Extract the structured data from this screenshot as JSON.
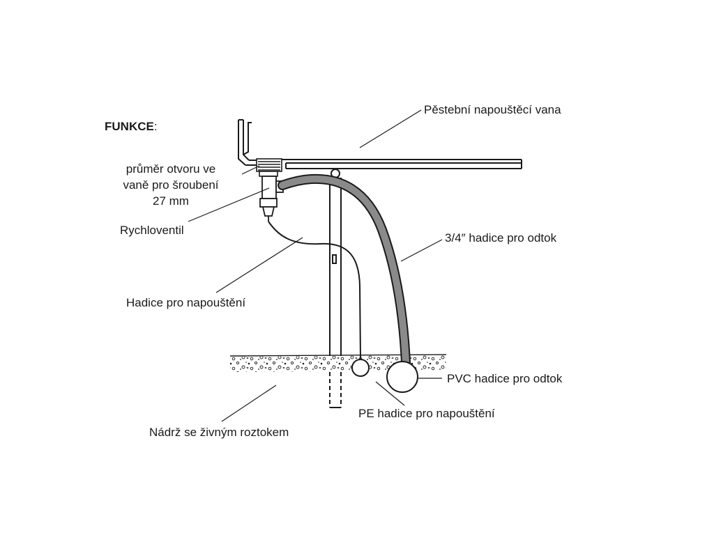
{
  "title": {
    "bold": "FUNKCE",
    "suffix": ":"
  },
  "labels": {
    "tank": "Pěstební napouštěcí vana",
    "hole_line1": "průměr otvoru ve",
    "hole_line2": "vaně pro šroubení",
    "hole_line3": "27 mm",
    "valve": "Rychloventil",
    "fill_hose": "Hadice pro napouštění",
    "drain_hose": "3/4″ hadice pro odtok",
    "pvc_hose": "PVC hadice pro odtok",
    "pe_hose": "PE hadice pro napouštění",
    "reservoir": "Nádrž se živným roztokem"
  },
  "colors": {
    "ink": "#1a1a1a",
    "hose_fill": "#8a8a8a",
    "background": "#ffffff"
  }
}
